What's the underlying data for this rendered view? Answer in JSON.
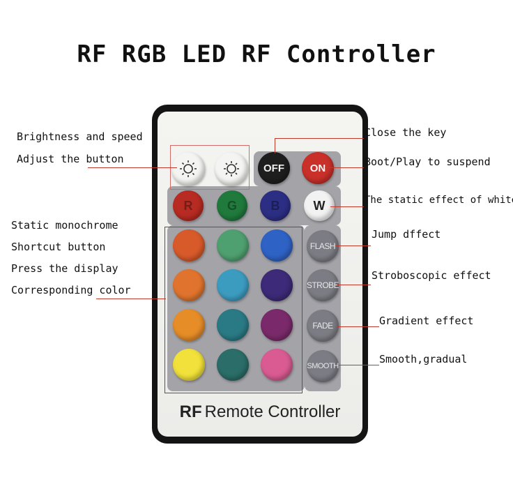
{
  "title": "RF RGB LED RF Controller",
  "annotations": {
    "brightness_line1": "Brightness and speed",
    "brightness_line2": "Adjust the button",
    "close_key": "Close the key",
    "boot_play": "Boot/Play to suspend",
    "static_white": "The static effect of white",
    "static_mono": "Static monochrome",
    "shortcut": "Shortcut button",
    "press_display": "Press the display",
    "corresponding": "Corresponding color",
    "jump": "Jump dffect",
    "strobe": "Stroboscopic  effect",
    "gradient": "Gradient effect",
    "smooth": "Smooth,gradual"
  },
  "remote": {
    "off_label": "OFF",
    "on_label": "ON",
    "r_label": "R",
    "g_label": "G",
    "b_label": "B",
    "w_label": "W",
    "flash_label": "FLASH",
    "strobe_label": "STROBE",
    "fade_label": "FADE",
    "smooth_label": "SMOOTH",
    "brand_prefix": "RF",
    "brand_rest": "Remote Controller",
    "colors": {
      "off": "#1e1e1e",
      "on": "#c9302a",
      "r": "#b82b22",
      "g": "#1f7a3c",
      "b": "#2c2e84",
      "w": "#f2f2f2",
      "grid": [
        "#d85a2a",
        "#4fa070",
        "#2f62c5",
        "#e0742e",
        "#3c9cc0",
        "#3d2a78",
        "#e68d28",
        "#2a7a85",
        "#7a2a6a",
        "#f1e13a",
        "#2b6d68",
        "#d95b92"
      ]
    }
  }
}
